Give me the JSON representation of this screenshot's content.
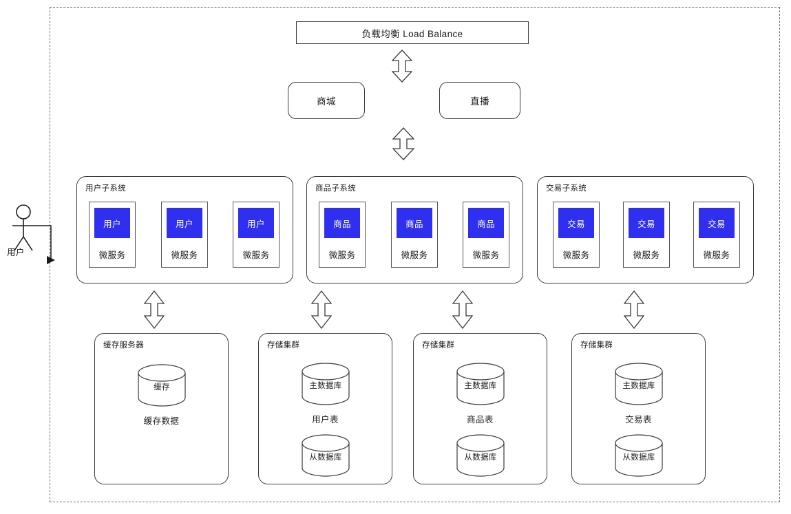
{
  "diagram": {
    "title_box": {
      "label": "负载均衡 Load Balance"
    },
    "apps": [
      {
        "name": "mall",
        "label": "商城"
      },
      {
        "name": "live",
        "label": "直播"
      }
    ],
    "actor": {
      "label": "用户",
      "icon": "actor-stick-figure-icon"
    },
    "subsystems": [
      {
        "name": "user-subsystem",
        "title": "用户子系统",
        "services": [
          {
            "head": "用户",
            "label": "微服务"
          },
          {
            "head": "用户",
            "label": "微服务"
          },
          {
            "head": "用户",
            "label": "微服务"
          }
        ]
      },
      {
        "name": "product-subsystem",
        "title": "商品子系统",
        "services": [
          {
            "head": "商品",
            "label": "微服务"
          },
          {
            "head": "商品",
            "label": "微服务"
          },
          {
            "head": "商品",
            "label": "微服务"
          }
        ]
      },
      {
        "name": "trade-subsystem",
        "title": "交易子系统",
        "services": [
          {
            "head": "交易",
            "label": "微服务"
          },
          {
            "head": "交易",
            "label": "微服务"
          },
          {
            "head": "交易",
            "label": "微服务"
          }
        ]
      }
    ],
    "storage": [
      {
        "name": "cache-server",
        "title": "缓存服务器",
        "primary": "缓存",
        "caption": "缓存数据",
        "replica": null
      },
      {
        "name": "user-storage-cluster",
        "title": "存储集群",
        "primary": "主数据库",
        "caption": "用户表",
        "replica": "从数据库"
      },
      {
        "name": "product-storage-cluster",
        "title": "存储集群",
        "primary": "主数据库",
        "caption": "商品表",
        "replica": "从数据库"
      },
      {
        "name": "trade-storage-cluster",
        "title": "存储集群",
        "primary": "主数据库",
        "caption": "交易表",
        "replica": "从数据库"
      }
    ],
    "colors": {
      "service_accent": "#2f2ff0",
      "stroke": "#3a3a3a",
      "boundary": "#666b73",
      "text": "#1b1b1b"
    }
  }
}
